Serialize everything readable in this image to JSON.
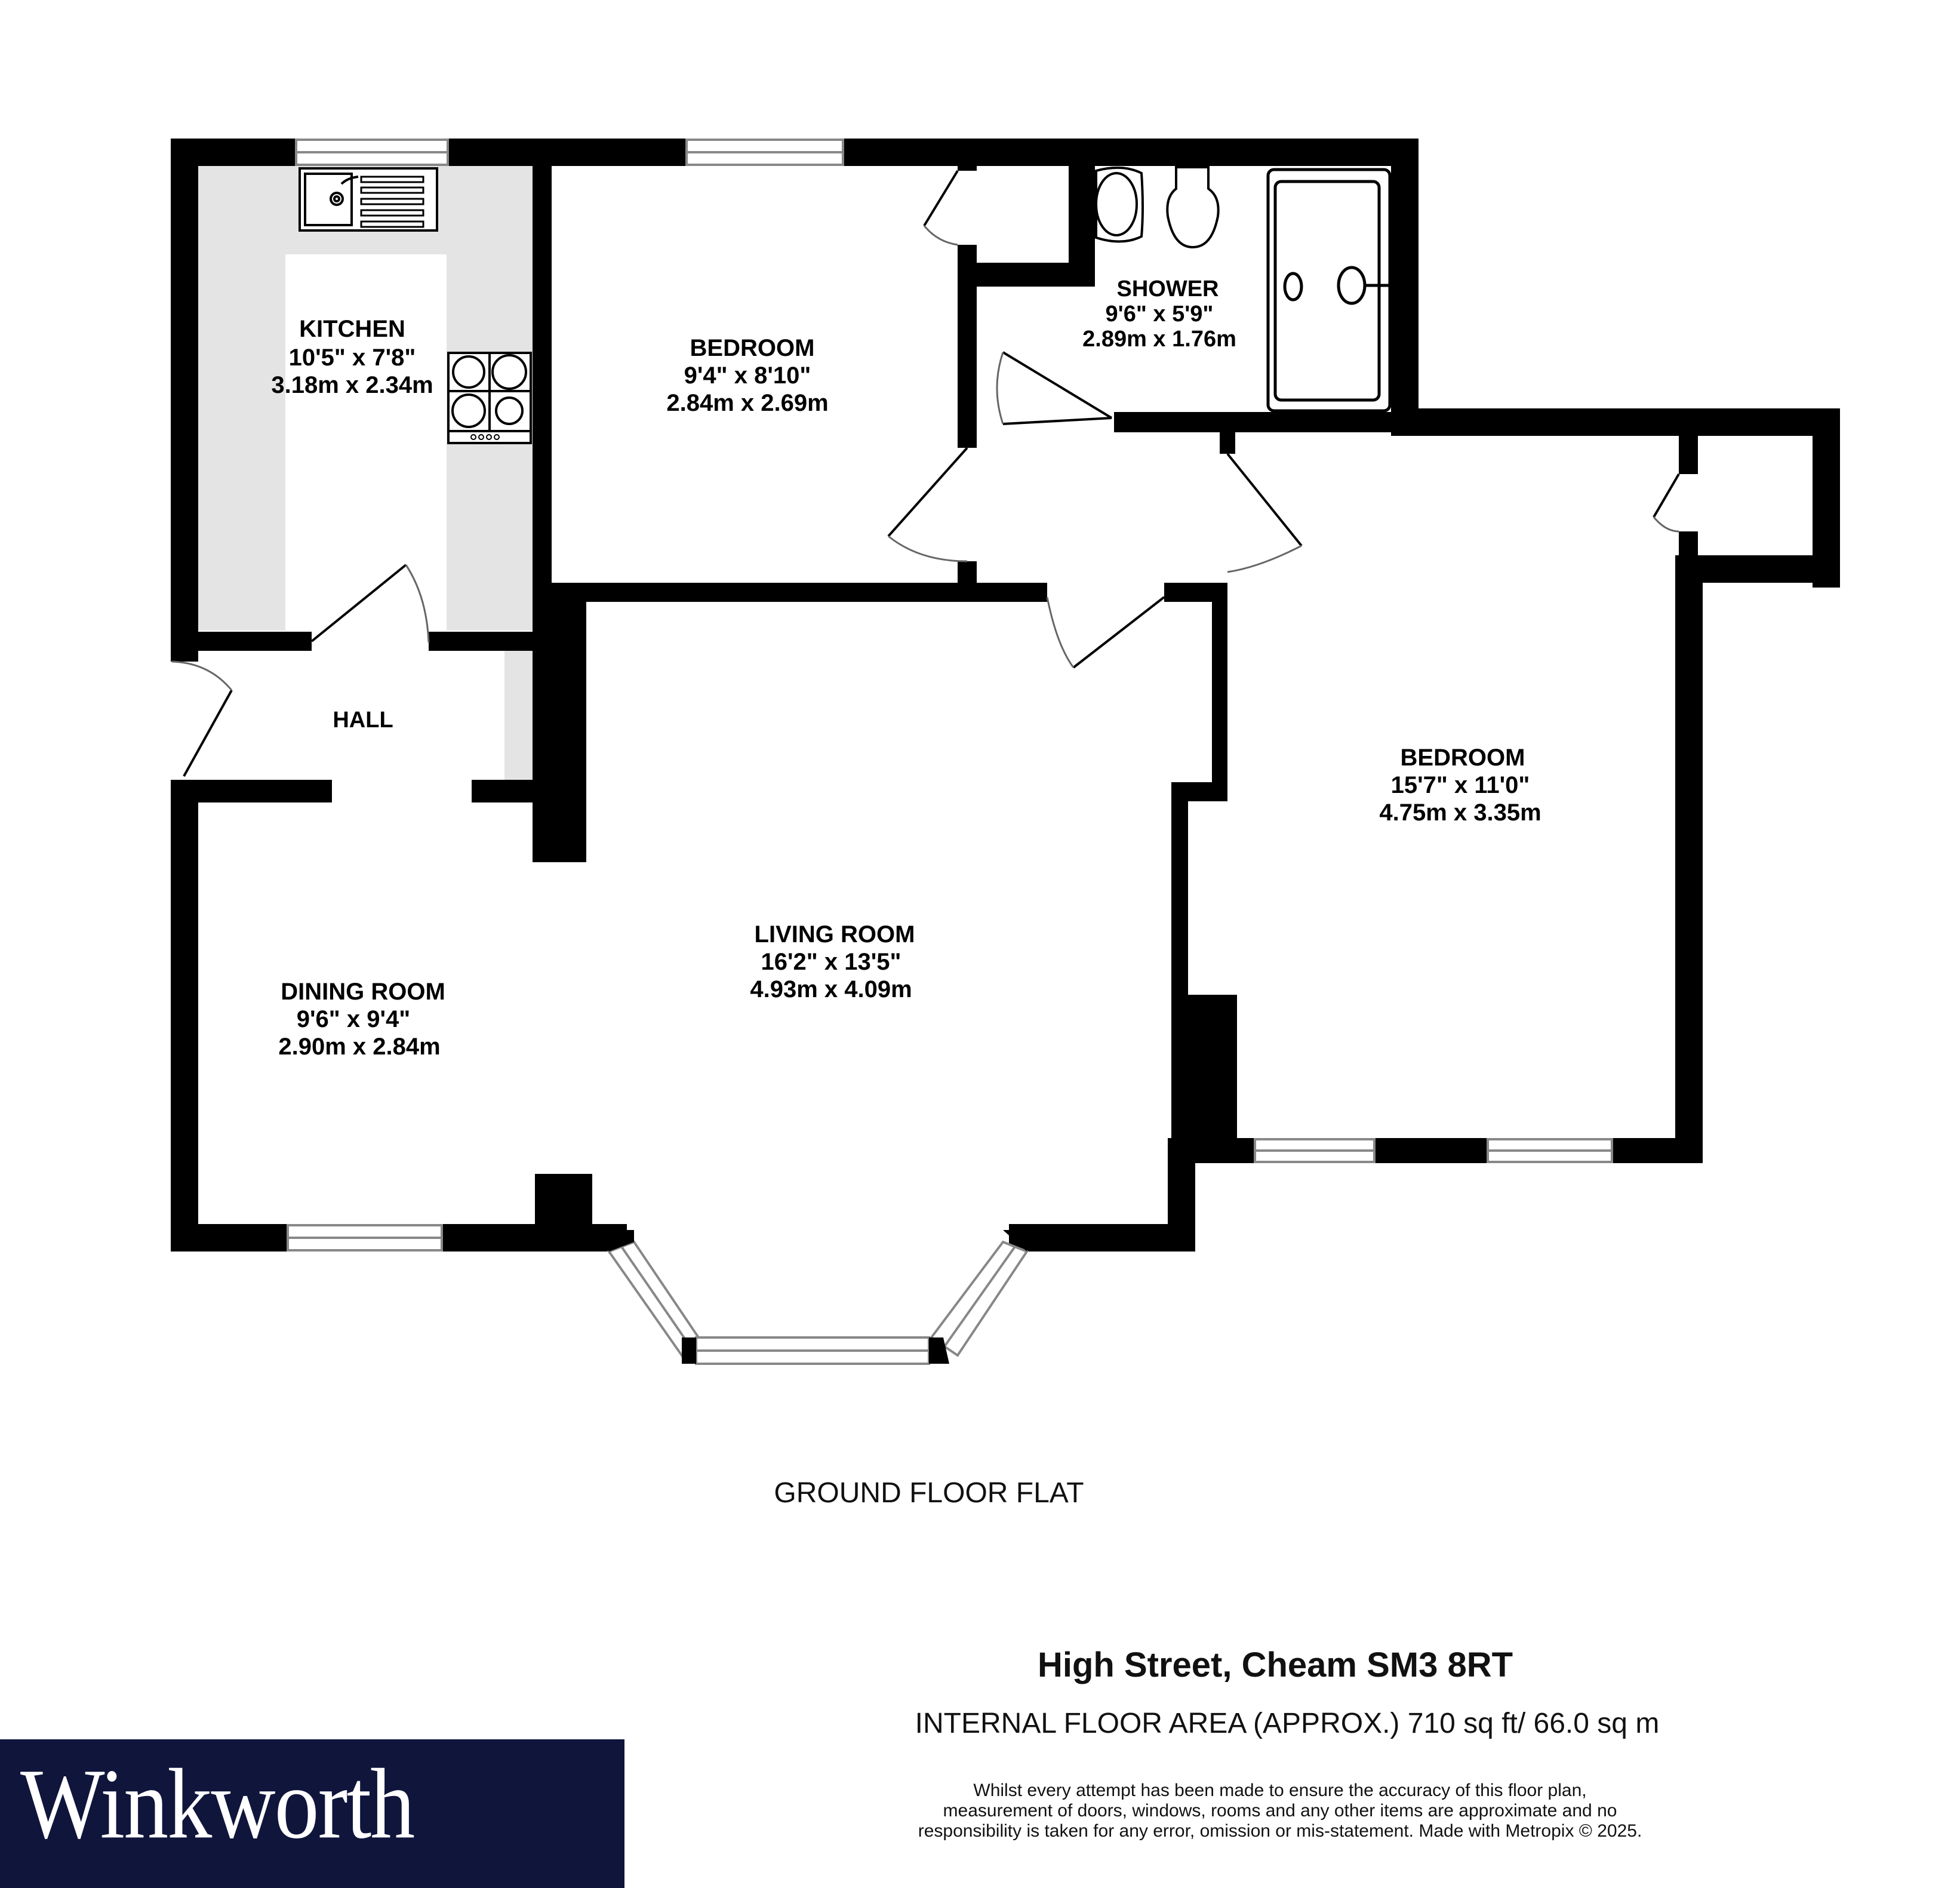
{
  "plan": {
    "floor_label": "GROUND FLOOR FLAT",
    "rooms": [
      {
        "name": "KITCHEN",
        "imperial": "10'5\"  x 7'8\"",
        "metric": "3.18m  x 2.34m"
      },
      {
        "name": "BEDROOM",
        "imperial": "9'4\"  x 8'10\"",
        "metric": "2.84m  x 2.69m"
      },
      {
        "name": "SHOWER",
        "imperial": "9'6\"  x 5'9\"",
        "metric": "2.89m  x 1.76m"
      },
      {
        "name": "BEDROOM",
        "imperial": "15'7\"  x 11'0\"",
        "metric": "4.75m  x 3.35m"
      },
      {
        "name": "HALL"
      },
      {
        "name": "LIVING ROOM",
        "imperial": "16'2\"  x 13'5\"",
        "metric": "4.93m  x 4.09m"
      },
      {
        "name": "DINING ROOM",
        "imperial": "9'6\"  x 9'4\"",
        "metric": "2.90m  x 2.84m"
      }
    ],
    "colors": {
      "wall": "#000000",
      "kitchen_counter": "#e4e4e4",
      "window_line": "#888888"
    }
  },
  "property": {
    "address": "High Street, Cheam SM3 8RT",
    "area": "INTERNAL FLOOR AREA (APPROX.) 710 sq ft/ 66.0 sq m",
    "disclaimer": [
      "Whilst every attempt has been made to ensure the accuracy of this floor plan,",
      "measurement of doors, windows, rooms and any other items are approximate and no",
      "responsibility is taken for any error, omission or mis-statement. Made with Metropix © 2025."
    ]
  },
  "brand": {
    "name": "Winkworth",
    "background": "#10153c",
    "text_color": "#ffffff"
  }
}
